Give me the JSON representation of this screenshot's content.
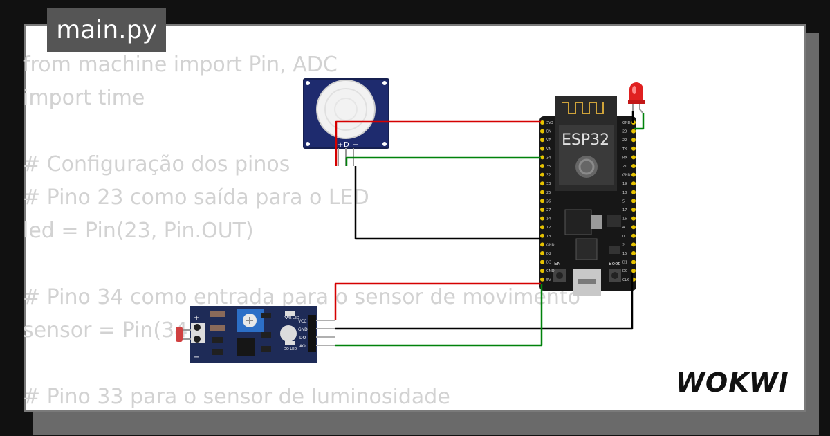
{
  "file_tab": {
    "name": "main.py"
  },
  "code_lines": [
    "from machine import Pin, ADC",
    "import time",
    "",
    "# Configuração dos pinos",
    "# Pino 23 como saída para o LED",
    "led = Pin(23, Pin.OUT)",
    "",
    "# Pino 34 como entrada para o sensor de movimento",
    "sensor = Pin(34, Pin.IN)",
    "",
    "# Pino 33 para o sensor de luminosidade"
  ],
  "board": {
    "label": "ESP32",
    "left_pins": [
      "3V3",
      "EN",
      "VP",
      "VN",
      "34",
      "35",
      "32",
      "33",
      "25",
      "26",
      "27",
      "14",
      "12",
      "13",
      "GND",
      "D2",
      "D3",
      "CMD",
      "5V"
    ],
    "right_pins": [
      "GND",
      "23",
      "22",
      "TX",
      "RX",
      "21",
      "GND",
      "19",
      "18",
      "5",
      "17",
      "16",
      "4",
      "0",
      "2",
      "15",
      "D1",
      "D0",
      "CLK"
    ],
    "button_left": "EN",
    "button_right": "Boot"
  },
  "pir_sensor": {
    "pin_labels": [
      "+",
      "D",
      "−"
    ]
  },
  "ldr_module": {
    "pin_labels": [
      "VCC",
      "GND",
      "DO",
      "AO"
    ],
    "led_labels": [
      "PWR LED",
      "DO LED"
    ],
    "side_labels": [
      "+",
      "−"
    ]
  },
  "brand": {
    "logo": "WOKWI"
  },
  "colors": {
    "background": "#111111",
    "card": "#ffffff",
    "wire_power": "#d50000",
    "wire_ground": "#000000",
    "wire_signal": "#00820b",
    "board": "#171717",
    "pcb_blue": "#1e2b57",
    "led_red": "#e02020"
  }
}
